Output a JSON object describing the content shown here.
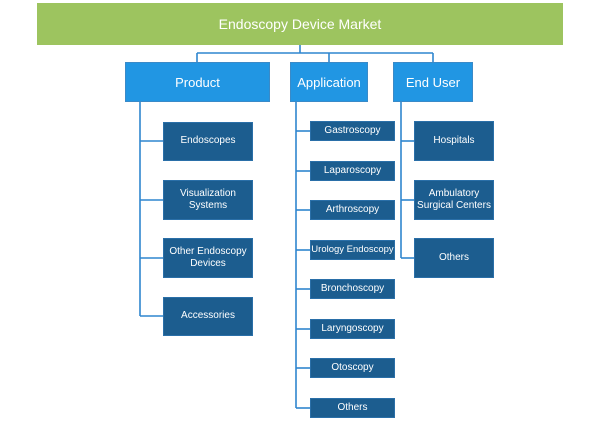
{
  "root": {
    "label": "Endoscopy Device Market"
  },
  "categories": [
    {
      "label": "Product"
    },
    {
      "label": "Application"
    },
    {
      "label": "End User"
    }
  ],
  "product_items": [
    "Endoscopes",
    "Visualization Systems",
    "Other Endoscopy Devices",
    "Accessories"
  ],
  "application_items": [
    "Gastroscopy",
    "Laparoscopy",
    "Arthroscopy",
    "Urology Endoscopy",
    "Bronchoscopy",
    "Laryngoscopy",
    "Otoscopy",
    "Others"
  ],
  "end_user_items": [
    "Hospitals",
    "Ambulatory Surgical Centers",
    "Others"
  ],
  "colors": {
    "root_fill": "#9dc45f",
    "category_fill": "#2196e3",
    "leaf_fill": "#1c5d8f",
    "connector": "#2f86cf"
  }
}
